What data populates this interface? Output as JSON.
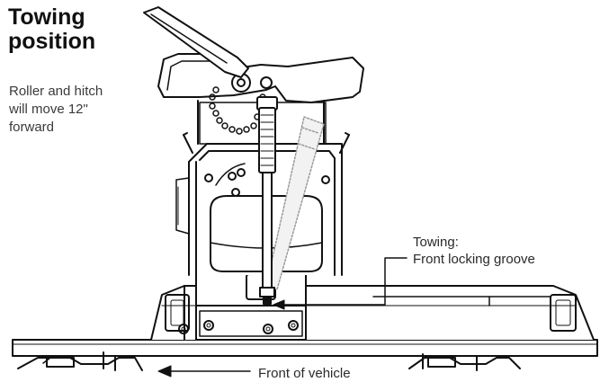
{
  "title": {
    "line1": "Towing",
    "line2": "position"
  },
  "description": {
    "line1": "Roller and hitch",
    "line2": "will move 12\"",
    "line3": "forward"
  },
  "callouts": {
    "towing": {
      "line1": "Towing:",
      "line2": "Front locking groove"
    },
    "front": "Front of vehicle"
  },
  "colors": {
    "line": "#111111",
    "text": "#2a2a2a",
    "ghost_handle": "#9a9a9a"
  }
}
